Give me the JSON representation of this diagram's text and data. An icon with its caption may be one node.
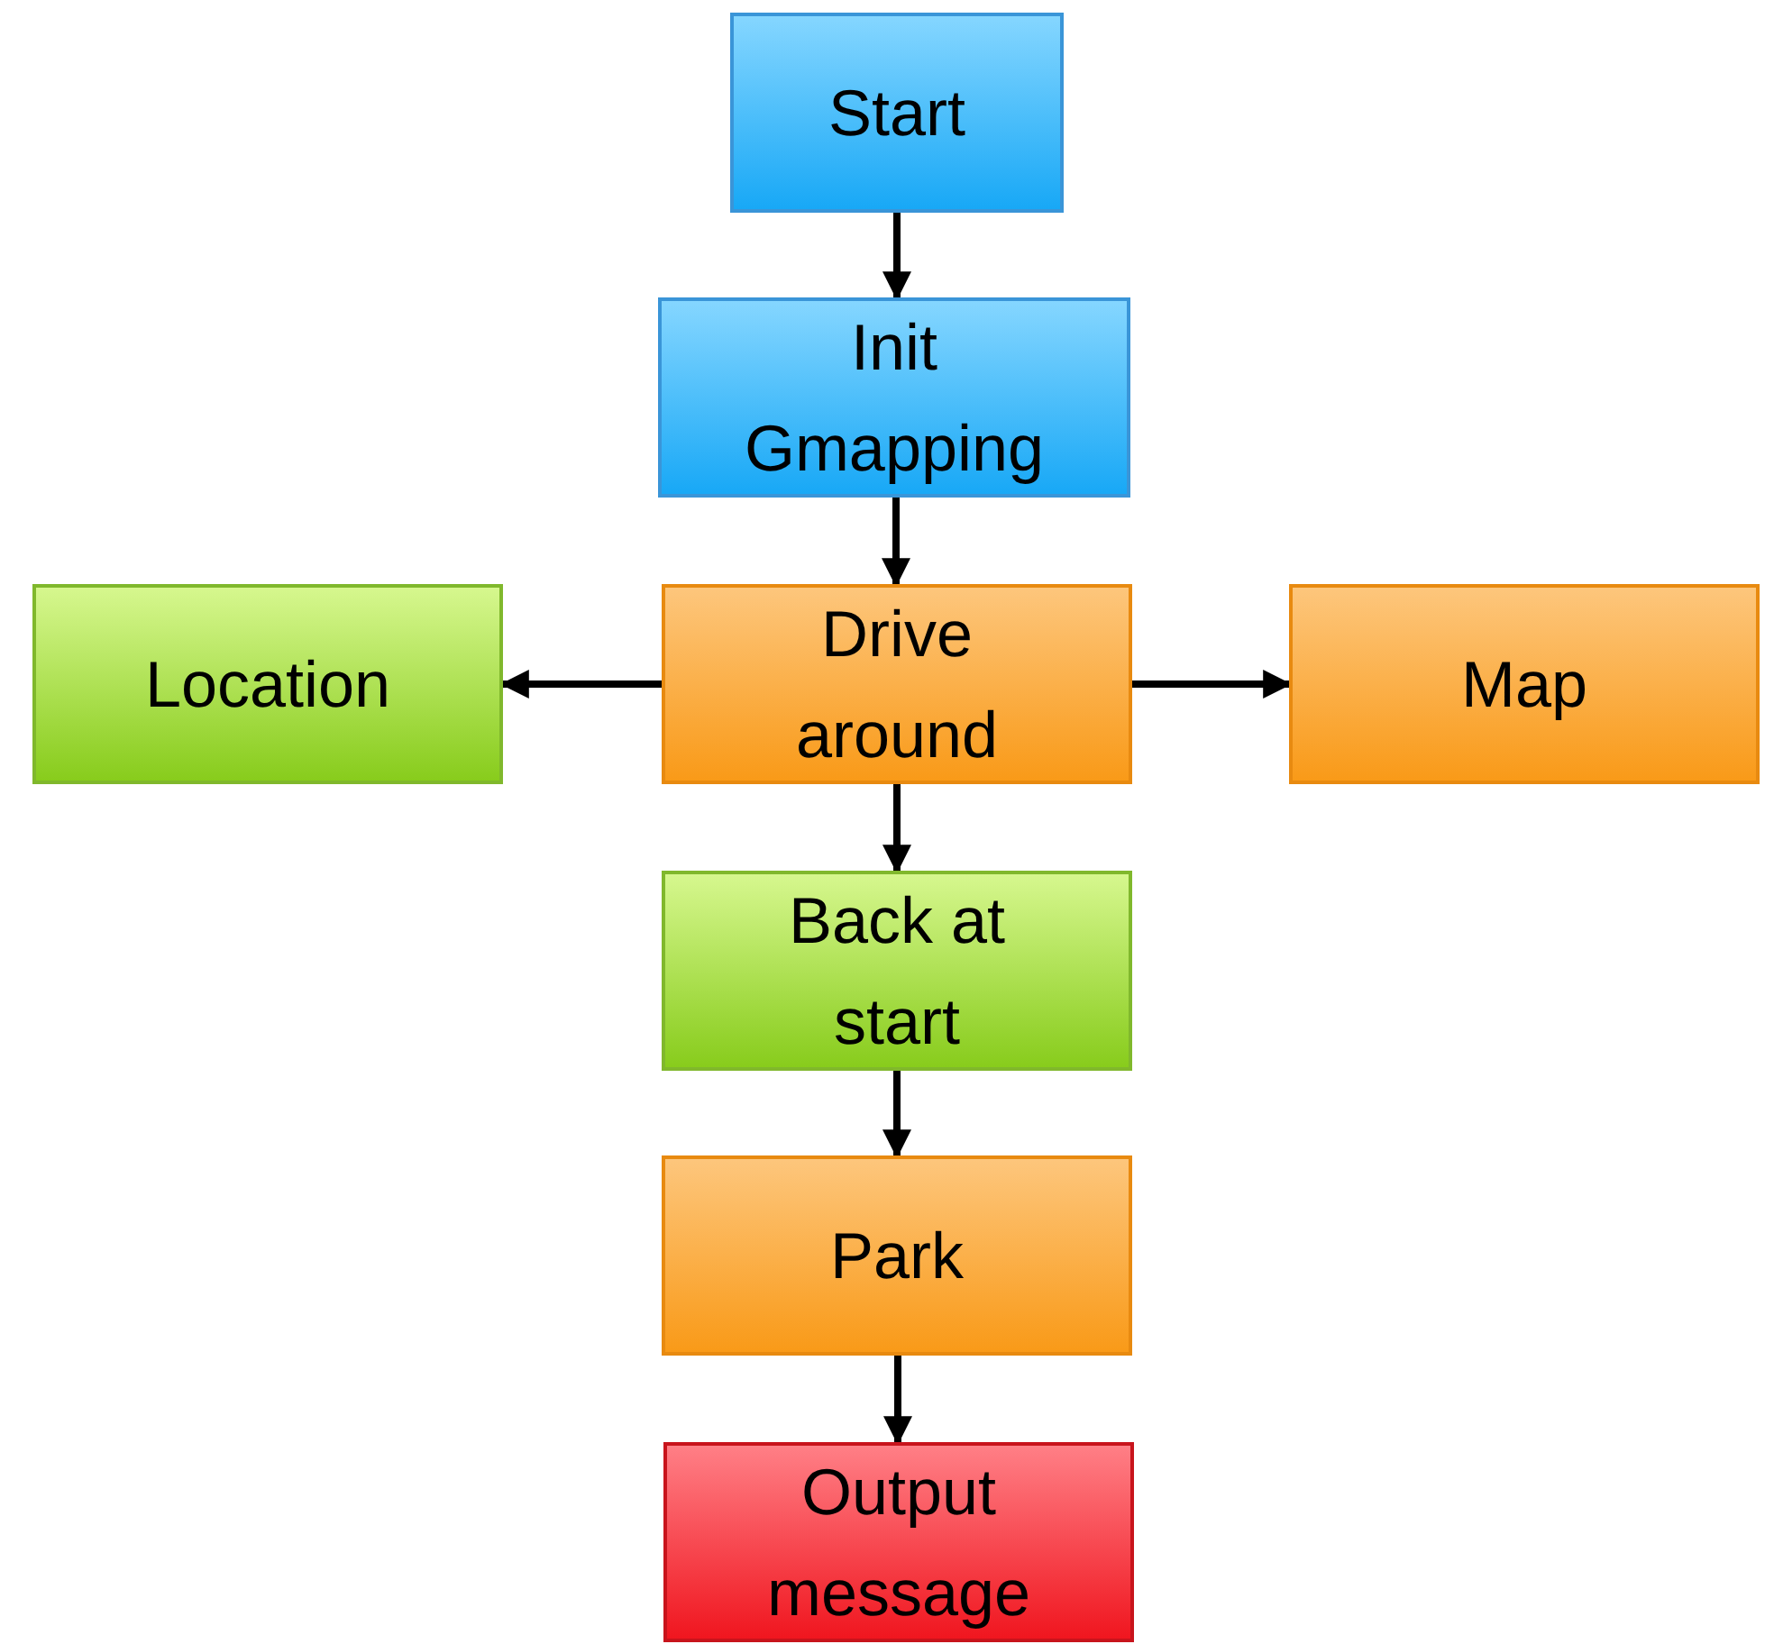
{
  "diagram": {
    "nodes": [
      {
        "text": [
          "Start"
        ]
      },
      {
        "text": [
          "Init Gmapping"
        ]
      },
      {
        "text": [
          "Location"
        ]
      },
      {
        "text": [
          "Drive around"
        ]
      },
      {
        "text": [
          "Map"
        ]
      },
      {
        "text": [
          "Back at start"
        ]
      },
      {
        "text": [
          "Park"
        ]
      },
      {
        "text": [
          "Output message"
        ]
      }
    ],
    "edges": [
      {
        "from": 0,
        "to": 1,
        "arrow": "to"
      },
      {
        "from": 1,
        "to": 3,
        "arrow": "to"
      },
      {
        "from": 3,
        "to": 2,
        "arrow": "to"
      },
      {
        "from": 3,
        "to": 4,
        "arrow": "to"
      },
      {
        "from": 3,
        "to": 5,
        "arrow": "to"
      },
      {
        "from": 5,
        "to": 6,
        "arrow": "to"
      },
      {
        "from": 6,
        "to": 7,
        "arrow": "to"
      }
    ]
  }
}
